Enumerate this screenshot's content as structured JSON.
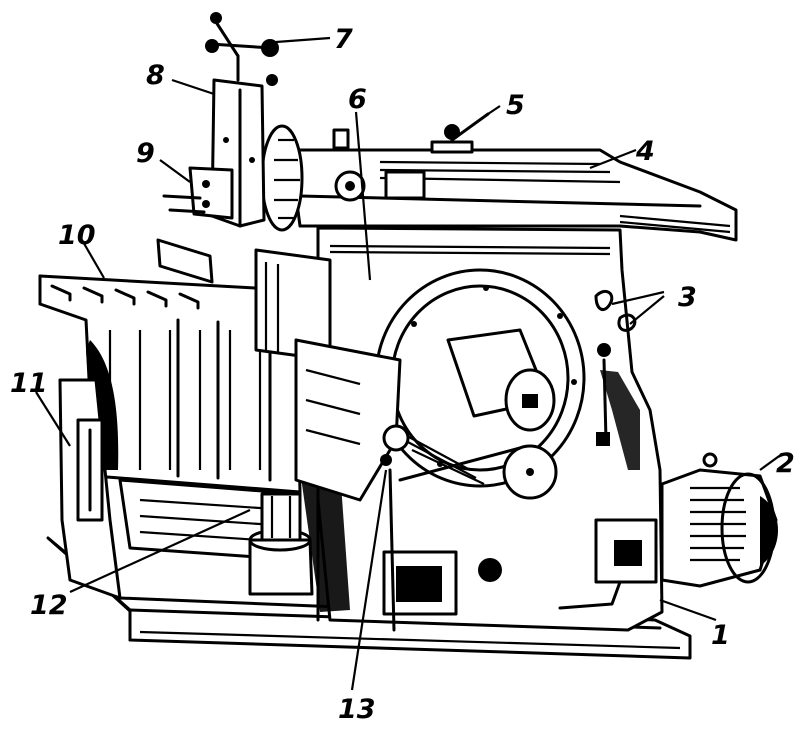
{
  "figure": {
    "callouts": [
      "1",
      "2",
      "3",
      "4",
      "5",
      "6",
      "7",
      "8",
      "9",
      "10",
      "11",
      "12",
      "13"
    ]
  }
}
